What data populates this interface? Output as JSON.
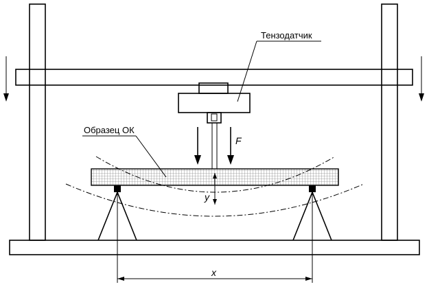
{
  "diagram": {
    "labels": {
      "sensor": "Тензодатчик",
      "specimen": "Образец ОК",
      "force": "F",
      "deflection": "y",
      "span": "x"
    },
    "colors": {
      "line": "#000000",
      "background": "#ffffff",
      "specimen_hatch": "#999999"
    }
  }
}
